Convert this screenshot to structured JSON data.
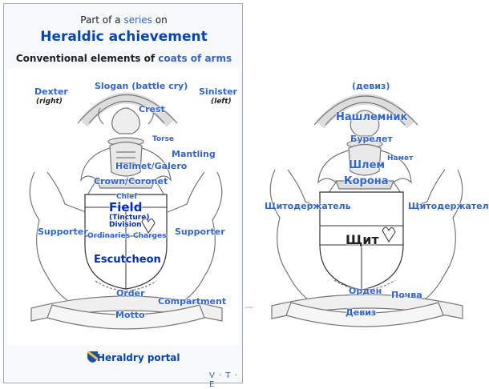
{
  "navbox": {
    "pre_text": "Part of a",
    "pre_link": "series",
    "pre_after": "on",
    "title": "Heraldic achievement",
    "subtitle_text": "Conventional elements of",
    "subtitle_link": "coats of arms",
    "portal": "Heraldry portal",
    "vte": "V · T · E"
  },
  "left_labels": {
    "dexter": "Dexter",
    "dexter_sub": "(right)",
    "slogan": "Slogan (battle cry)",
    "sinister": "Sinister",
    "sinister_sub": "(left)",
    "crest": "Crest",
    "torse": "Torse",
    "mantling": "Mantling",
    "helmet": "Helmet/Galero",
    "crown": "Crown/Coronet",
    "chief": "Chief",
    "field": "Field",
    "tincture": "(Tincture)",
    "division": "Division",
    "ordinaries": "Ordinaries",
    "charges": "Charges",
    "supporter_left": "Supporter",
    "supporter_right": "Supporter",
    "escutcheon": "Escutcheon",
    "order": "Order",
    "compartment": "Compartment",
    "motto": "Motto"
  },
  "right_labels": {
    "deviz_top": "(девиз)",
    "nashlemnik": "Нашлемник",
    "burelet": "Бурелет",
    "namet": "Намет",
    "shlem": "Шлем",
    "korona": "Корона",
    "shchitoderzhatel_left": "Щитодержатель",
    "shchitoderzhatel_right": "Щитодержатель",
    "shchit": "Щит",
    "orden": "Орден",
    "pochva": "Почва",
    "deviz": "Девиз"
  },
  "colors": {
    "link": "#3366cc",
    "title": "#0645ad",
    "border": "#a2a9b1",
    "box_bg": "#f8f9fa"
  },
  "icons": [
    "heraldry-portal-icon"
  ]
}
